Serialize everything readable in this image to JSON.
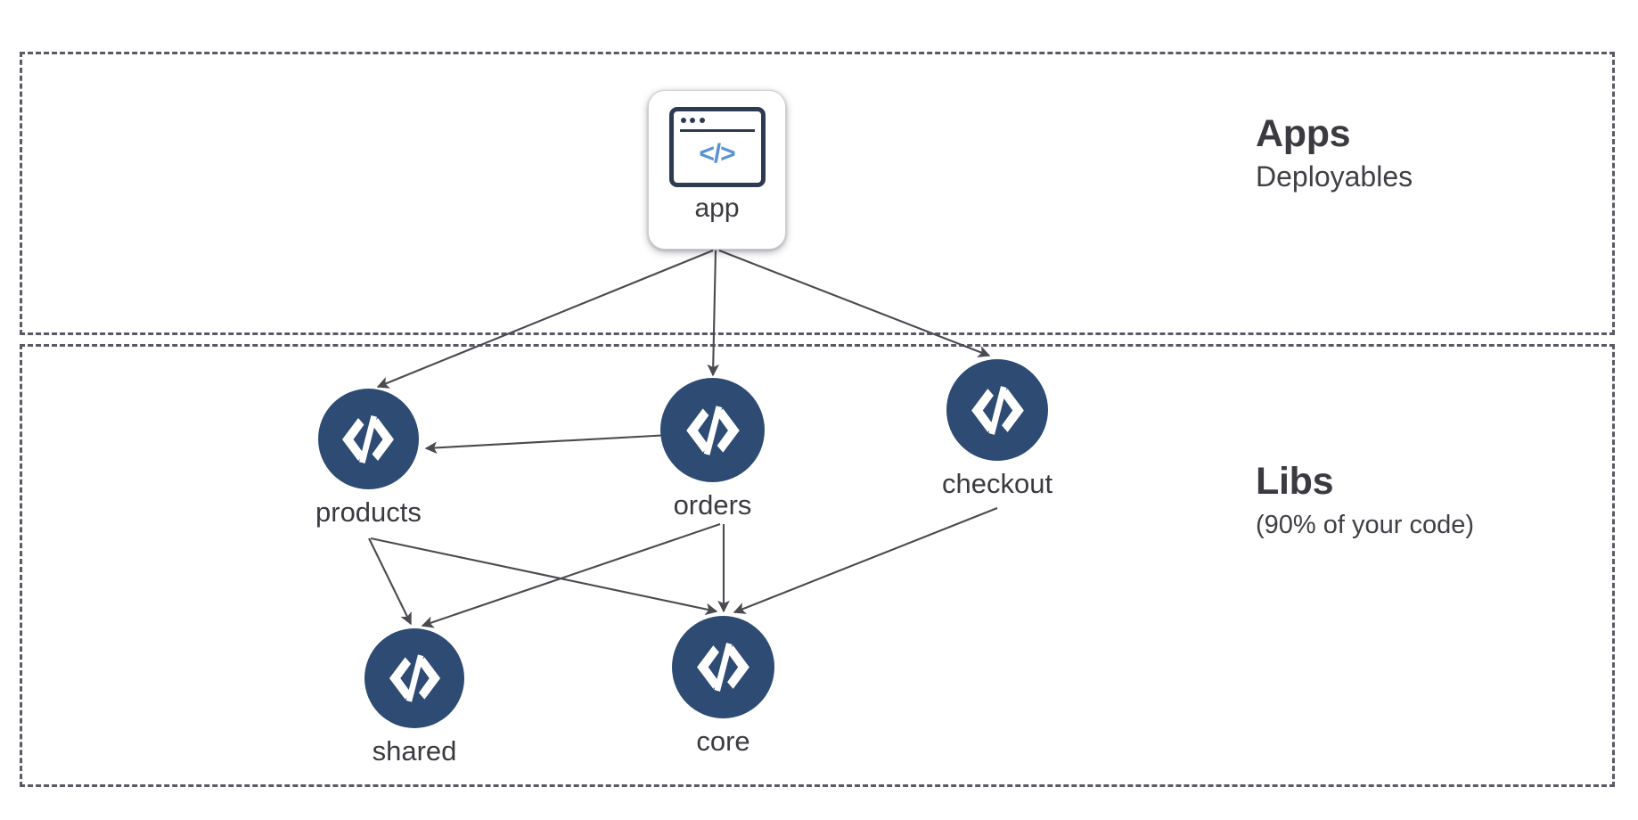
{
  "diagram": {
    "background": "#ffffff",
    "zones": [
      {
        "id": "apps",
        "title": "Apps",
        "subtitle": "Deployables",
        "border_color": "#5b5963",
        "border_style": "dashed"
      },
      {
        "id": "libs",
        "title": "Libs",
        "subtitle": "(90% of your code)",
        "border_color": "#5b5963",
        "border_style": "dashed"
      }
    ],
    "nodes": [
      {
        "id": "app",
        "label": "app",
        "zone": "apps",
        "shape": "rounded-card",
        "icon": "browser-code-icon",
        "icon_text": "</>",
        "icon_color": "#5a93d4",
        "icon_border_color": "#2c3a52",
        "card_background": "#ffffff"
      },
      {
        "id": "products",
        "label": "products",
        "zone": "libs",
        "shape": "circle",
        "icon": "code-brackets-icon",
        "fill": "#2d4b73",
        "icon_color": "#ffffff"
      },
      {
        "id": "orders",
        "label": "orders",
        "zone": "libs",
        "shape": "circle",
        "icon": "code-brackets-icon",
        "fill": "#2d4b73",
        "icon_color": "#ffffff"
      },
      {
        "id": "checkout",
        "label": "checkout",
        "zone": "libs",
        "shape": "circle",
        "icon": "code-brackets-icon",
        "fill": "#2d4b73",
        "icon_color": "#ffffff"
      },
      {
        "id": "shared",
        "label": "shared",
        "zone": "libs",
        "shape": "circle",
        "icon": "code-brackets-icon",
        "fill": "#2d4b73",
        "icon_color": "#ffffff"
      },
      {
        "id": "core",
        "label": "core",
        "zone": "libs",
        "shape": "circle",
        "icon": "code-brackets-icon",
        "fill": "#2d4b73",
        "icon_color": "#ffffff"
      }
    ],
    "edges": [
      {
        "from": "app",
        "to": "products",
        "arrow": "end",
        "color": "#4a4a50"
      },
      {
        "from": "app",
        "to": "orders",
        "arrow": "end",
        "color": "#4a4a50"
      },
      {
        "from": "app",
        "to": "checkout",
        "arrow": "end",
        "color": "#4a4a50"
      },
      {
        "from": "orders",
        "to": "products",
        "arrow": "end",
        "color": "#4a4a50"
      },
      {
        "from": "products",
        "to": "shared",
        "arrow": "end",
        "color": "#4a4a50"
      },
      {
        "from": "products",
        "to": "core",
        "arrow": "end",
        "color": "#4a4a50"
      },
      {
        "from": "orders",
        "to": "shared",
        "arrow": "end",
        "color": "#4a4a50"
      },
      {
        "from": "orders",
        "to": "core",
        "arrow": "end",
        "color": "#4a4a50"
      },
      {
        "from": "checkout",
        "to": "core",
        "arrow": "end",
        "color": "#4a4a50"
      }
    ]
  }
}
